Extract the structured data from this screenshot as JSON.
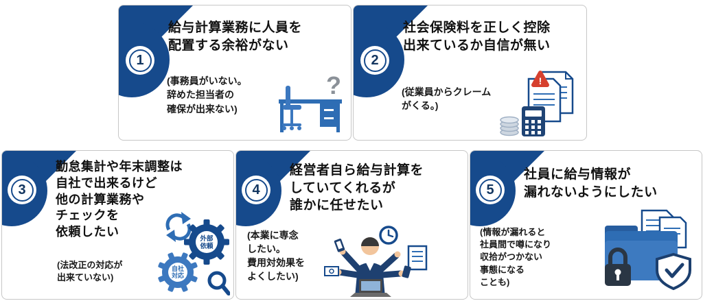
{
  "colors": {
    "accent_navy": "#164a8c",
    "accent_blue": "#2e6db4",
    "warning_red": "#d6402e"
  },
  "cards": [
    {
      "number": "1",
      "title": "給与計算業務に人員を\n配置する余裕がない",
      "note": "(事務員がいない。\n辞めた担当者の\n確保が出来ない)",
      "icon": {
        "name": "desk-chair-question",
        "question_mark": "?"
      }
    },
    {
      "number": "2",
      "title": "社会保険料を正しく控除\n出来ているか自信が無い",
      "note": "(従業員からクレーム\nがくる。)",
      "icon": {
        "name": "documents-calculator-alert",
        "alert_mark": "!"
      }
    },
    {
      "number": "3",
      "title": "勤怠集計や年末調整は\n自社で出来るけど\n他の計算業務や\nチェックを\n依頼したい",
      "note": "(法改正の対応が\n出来ていない)",
      "icon": {
        "name": "gears-check",
        "outer_gear_label": [
          "外部",
          "依頼"
        ],
        "inner_gear_label": [
          "自社",
          "対応"
        ]
      }
    },
    {
      "number": "4",
      "title": "経営者自ら給与計算を\nしていてくれるが\n誰かに任せたい",
      "note": "(本業に専念\nしたい。\n費用対効果を\nよくしたい)",
      "icon": {
        "name": "busy-manager"
      }
    },
    {
      "number": "5",
      "title": "社員に給与情報が\n漏れないようにしたい",
      "note": "(情報が漏れると\n社員間で噂になり\n収拾がつかない\n事態になる\nことも)",
      "icon": {
        "name": "secure-folder"
      }
    }
  ]
}
